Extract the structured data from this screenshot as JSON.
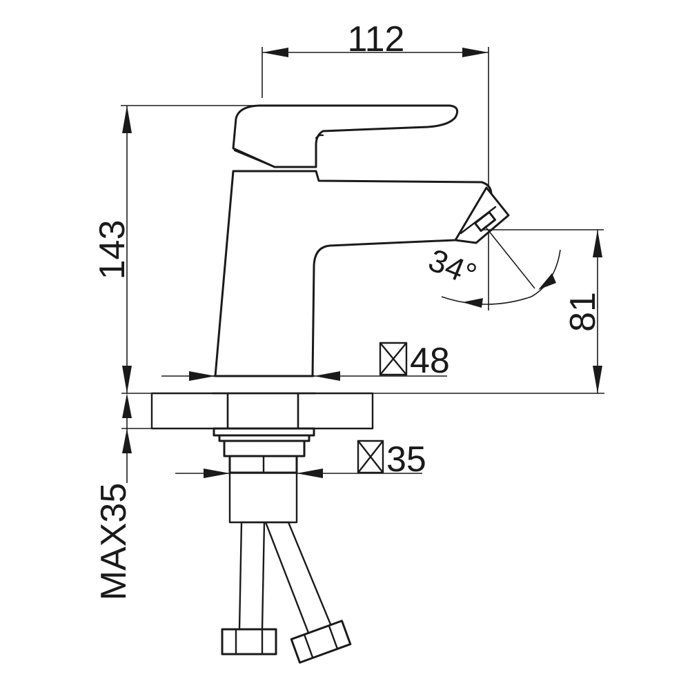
{
  "dimensions": {
    "width": "112",
    "height": "143",
    "spout_height": "81",
    "spout_angle": "34°",
    "body_square": "48",
    "shank_square": "35",
    "max_thickness": "MAX35"
  },
  "colors": {
    "line": "#1a1a1a",
    "background": "#ffffff"
  }
}
